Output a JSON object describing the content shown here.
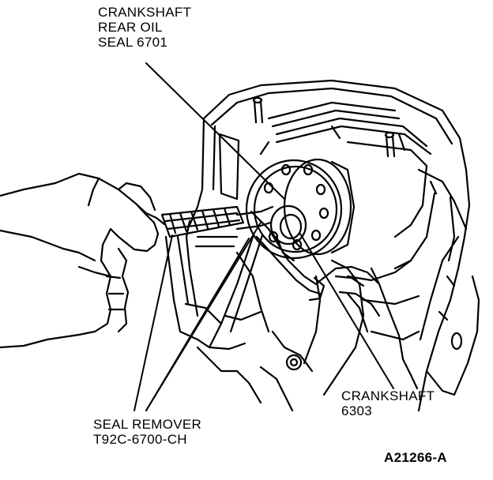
{
  "labels": {
    "rear_oil_seal": [
      "CRANKSHAFT",
      "REAR OIL",
      "SEAL 6701"
    ],
    "crankshaft": [
      "CRANKSHAFT",
      "6303"
    ],
    "seal_remover": [
      "SEAL REMOVER",
      "T92C-6700-CH"
    ],
    "figure_id": "A21266-A"
  },
  "colors": {
    "ink": "#000000",
    "paper": "#ffffff"
  }
}
